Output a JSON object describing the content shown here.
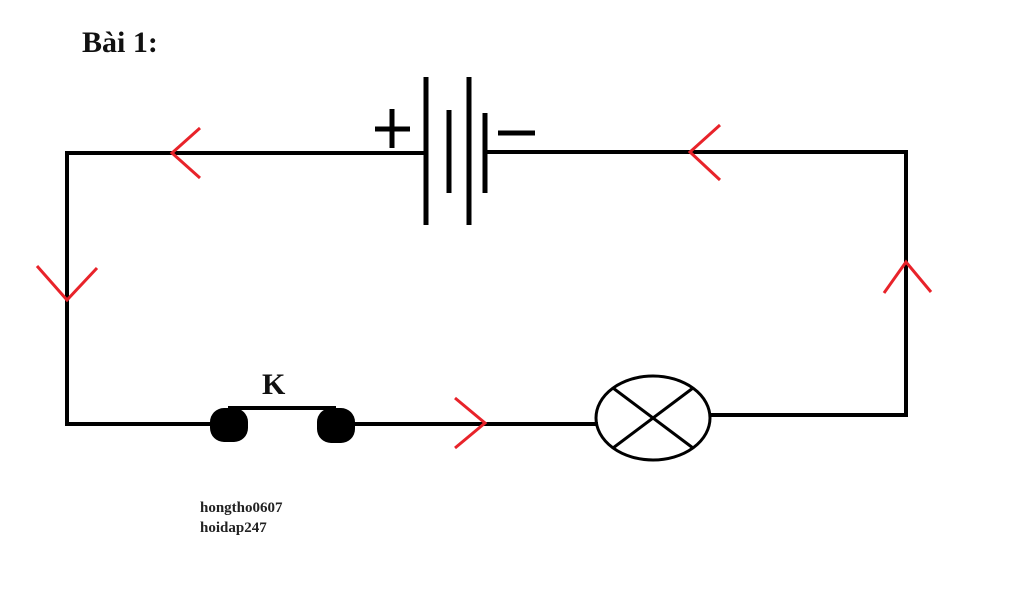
{
  "title": "Bài 1:",
  "switch_label": "K",
  "battery": {
    "positive": "+",
    "negative": "−"
  },
  "watermark": [
    "hongtho0607",
    "hoidap247"
  ],
  "colors": {
    "wire": "#000000",
    "arrow": "#e8232a"
  }
}
